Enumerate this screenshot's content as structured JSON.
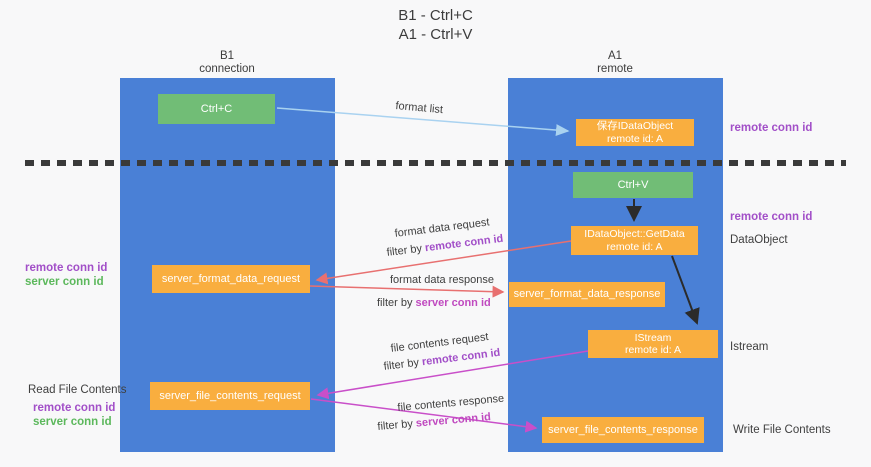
{
  "title": {
    "line1": "B1 - Ctrl+C",
    "line2": "A1 - Ctrl+V"
  },
  "lifelines": {
    "left": {
      "title": "B1",
      "subtitle": "connection"
    },
    "right": {
      "title": "A1",
      "subtitle": "remote"
    }
  },
  "boxes": {
    "ctrl_c": {
      "label": "Ctrl+C"
    },
    "ctrl_v": {
      "label": "Ctrl+V"
    },
    "save_idataobject": {
      "line1": "保存IDataObject",
      "line2": "remote id: A"
    },
    "idataobject_getdata": {
      "line1": "IDataObject::GetData",
      "line2": "remote id: A"
    },
    "istream": {
      "line1": "IStream",
      "line2": "remote id: A"
    },
    "server_format_data_request": {
      "label": "server_format_data_request"
    },
    "server_format_data_response": {
      "label": "server_format_data_response"
    },
    "server_file_contents_request": {
      "label": "server_file_contents_request"
    },
    "server_file_contents_response": {
      "label": "server_file_contents_response"
    }
  },
  "edge_labels": {
    "format_list": "format list",
    "format_data_request": "format data request",
    "format_data_response": "format data response",
    "file_contents_request": "file contents request",
    "file_contents_response": "file contents response",
    "filter_by": "filter by",
    "remote_conn_id": "remote conn id",
    "server_conn_id": "server conn id"
  },
  "annotations": {
    "right_remote_conn_id_top": "remote conn id",
    "right_remote_conn_id_mid": "remote conn id",
    "right_dataobject": "DataObject",
    "right_istream": "Istream",
    "right_write_file_contents": "Write File Contents",
    "left_remote_conn_id_1": "remote conn id",
    "left_server_conn_id_1": "server conn id",
    "left_read_file_contents": "Read File Contents",
    "left_remote_conn_id_2": "remote conn id",
    "left_server_conn_id_2": "server conn id"
  },
  "colors": {
    "background": "#f8f8f9",
    "lifeline_blue": "#4a80d6",
    "box_green": "#71bd76",
    "box_orange": "#f9ae3f",
    "arrow_lightblue": "#a9d2f0",
    "arrow_red": "#e87070",
    "arrow_magenta": "#c94fc9",
    "arrow_black": "#2b2b2b",
    "divider_black": "#3a3a3a",
    "text_purple": "#a24fc8",
    "text_green": "#5cb85c",
    "text_magenta": "#c04ac0"
  }
}
